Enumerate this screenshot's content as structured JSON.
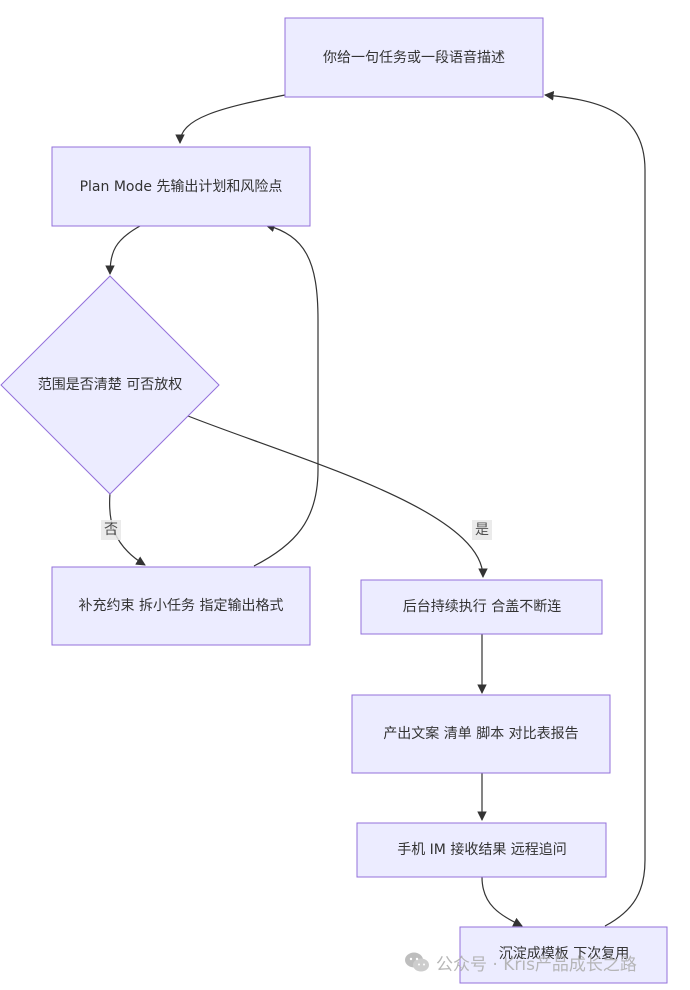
{
  "nodes": {
    "describe_task": {
      "text": "你给一句任务或一段语音描述"
    },
    "plan_mode": {
      "text": "Plan Mode 先输出计划和风险点"
    },
    "decision": {
      "text": "范围是否清楚 可否放权"
    },
    "supplement": {
      "text": "补充约束 拆小任务 指定输出格式"
    },
    "background_exec": {
      "text": "后台持续执行 合盖不断连"
    },
    "outputs": {
      "text": "产出文案 清单 脚本 对比表报告"
    },
    "mobile_im": {
      "text": "手机 IM 接收结果 远程追问"
    },
    "template": {
      "text": "沉淀成模板 下次复用"
    }
  },
  "edges": {
    "no_label": "否",
    "yes_label": "是"
  },
  "watermark": {
    "text": "公众号 · Kris产品成长之路",
    "icon": "wechat-icon"
  },
  "colors": {
    "node_fill": "#ECECFF",
    "node_stroke": "#9370DB",
    "edge": "#333333",
    "text": "#333333"
  }
}
